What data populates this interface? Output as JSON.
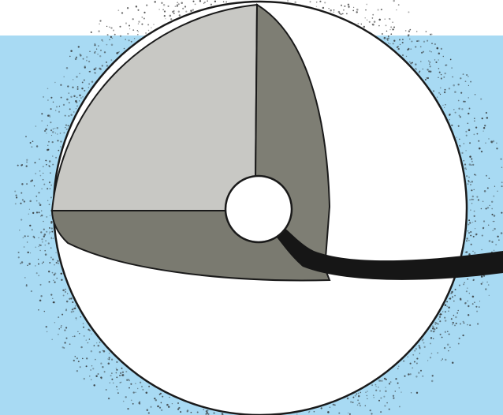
{
  "diagram": {
    "kind": "sphere-cutaway-illustration",
    "colors": {
      "page_background": "#ffffff",
      "sky_background": "#a8daf3",
      "sphere_fill": "#ffffff",
      "outline": "#1a1a1a",
      "back_wedge_face": "#c8c8c4",
      "side_wedge_face": "#7e7e74",
      "bottom_wedge_face": "#7a7a70",
      "core_fill": "#ffffff",
      "tube": "#161616",
      "stipple": "#2a2a2a"
    },
    "parts": [
      "background-panel",
      "stipple-halo",
      "sphere",
      "cutaway-back-face",
      "cutaway-side-face",
      "cutaway-bottom-face",
      "core",
      "tube"
    ]
  }
}
